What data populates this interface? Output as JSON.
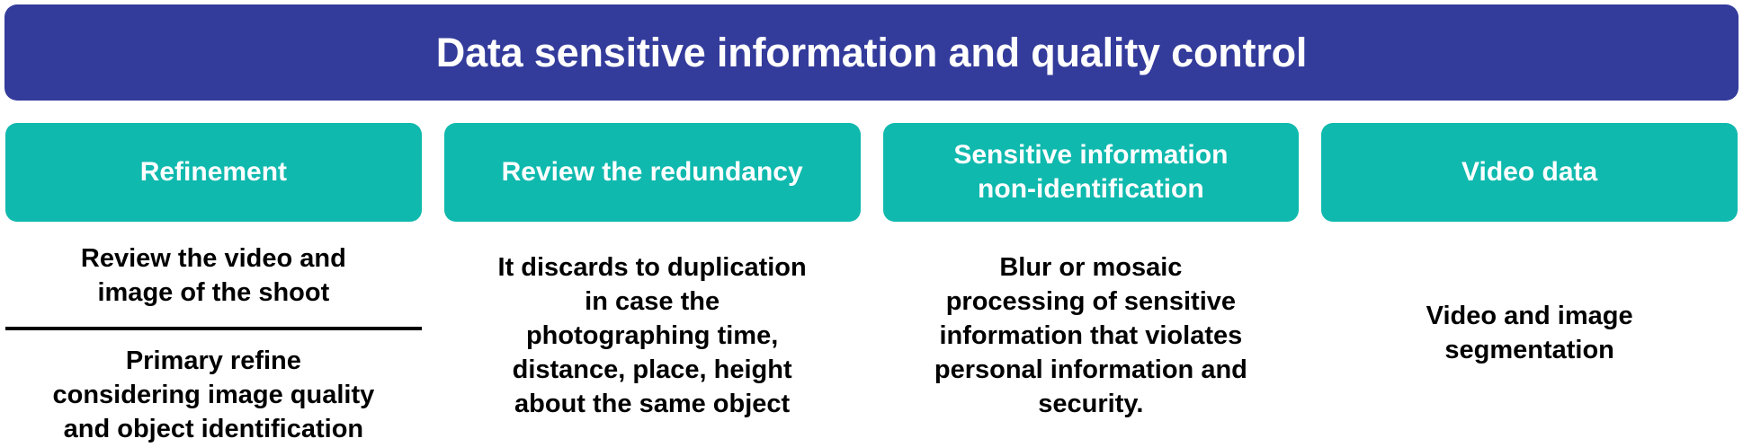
{
  "banner": {
    "title": "Data sensitive information and quality control",
    "background_color": "#333B9B",
    "text_color": "#FFFFFF"
  },
  "theme": {
    "accent_teal": "#0FB9AE",
    "banner_blue": "#333B9B",
    "body_text_color": "#000000",
    "page_background": "#FFFFFF",
    "divider_color": "#000000"
  },
  "columns": [
    {
      "header": "Refinement",
      "blocks": [
        "Review the video and\nimage of the shoot",
        "Primary refine\nconsidering image quality\nand object identification"
      ],
      "has_divider": true
    },
    {
      "header": "Review the redundancy",
      "blocks": [
        "It discards to duplication\nin case the\nphotographing time,\ndistance, place, height\nabout the same object"
      ],
      "has_divider": false
    },
    {
      "header": "Sensitive information\nnon-identification",
      "blocks": [
        "Blur or mosaic\nprocessing of sensitive\ninformation that violates\npersonal information and\nsecurity."
      ],
      "has_divider": false
    },
    {
      "header": "Video data",
      "blocks": [
        "Video and image\nsegmentation"
      ],
      "has_divider": false
    }
  ]
}
